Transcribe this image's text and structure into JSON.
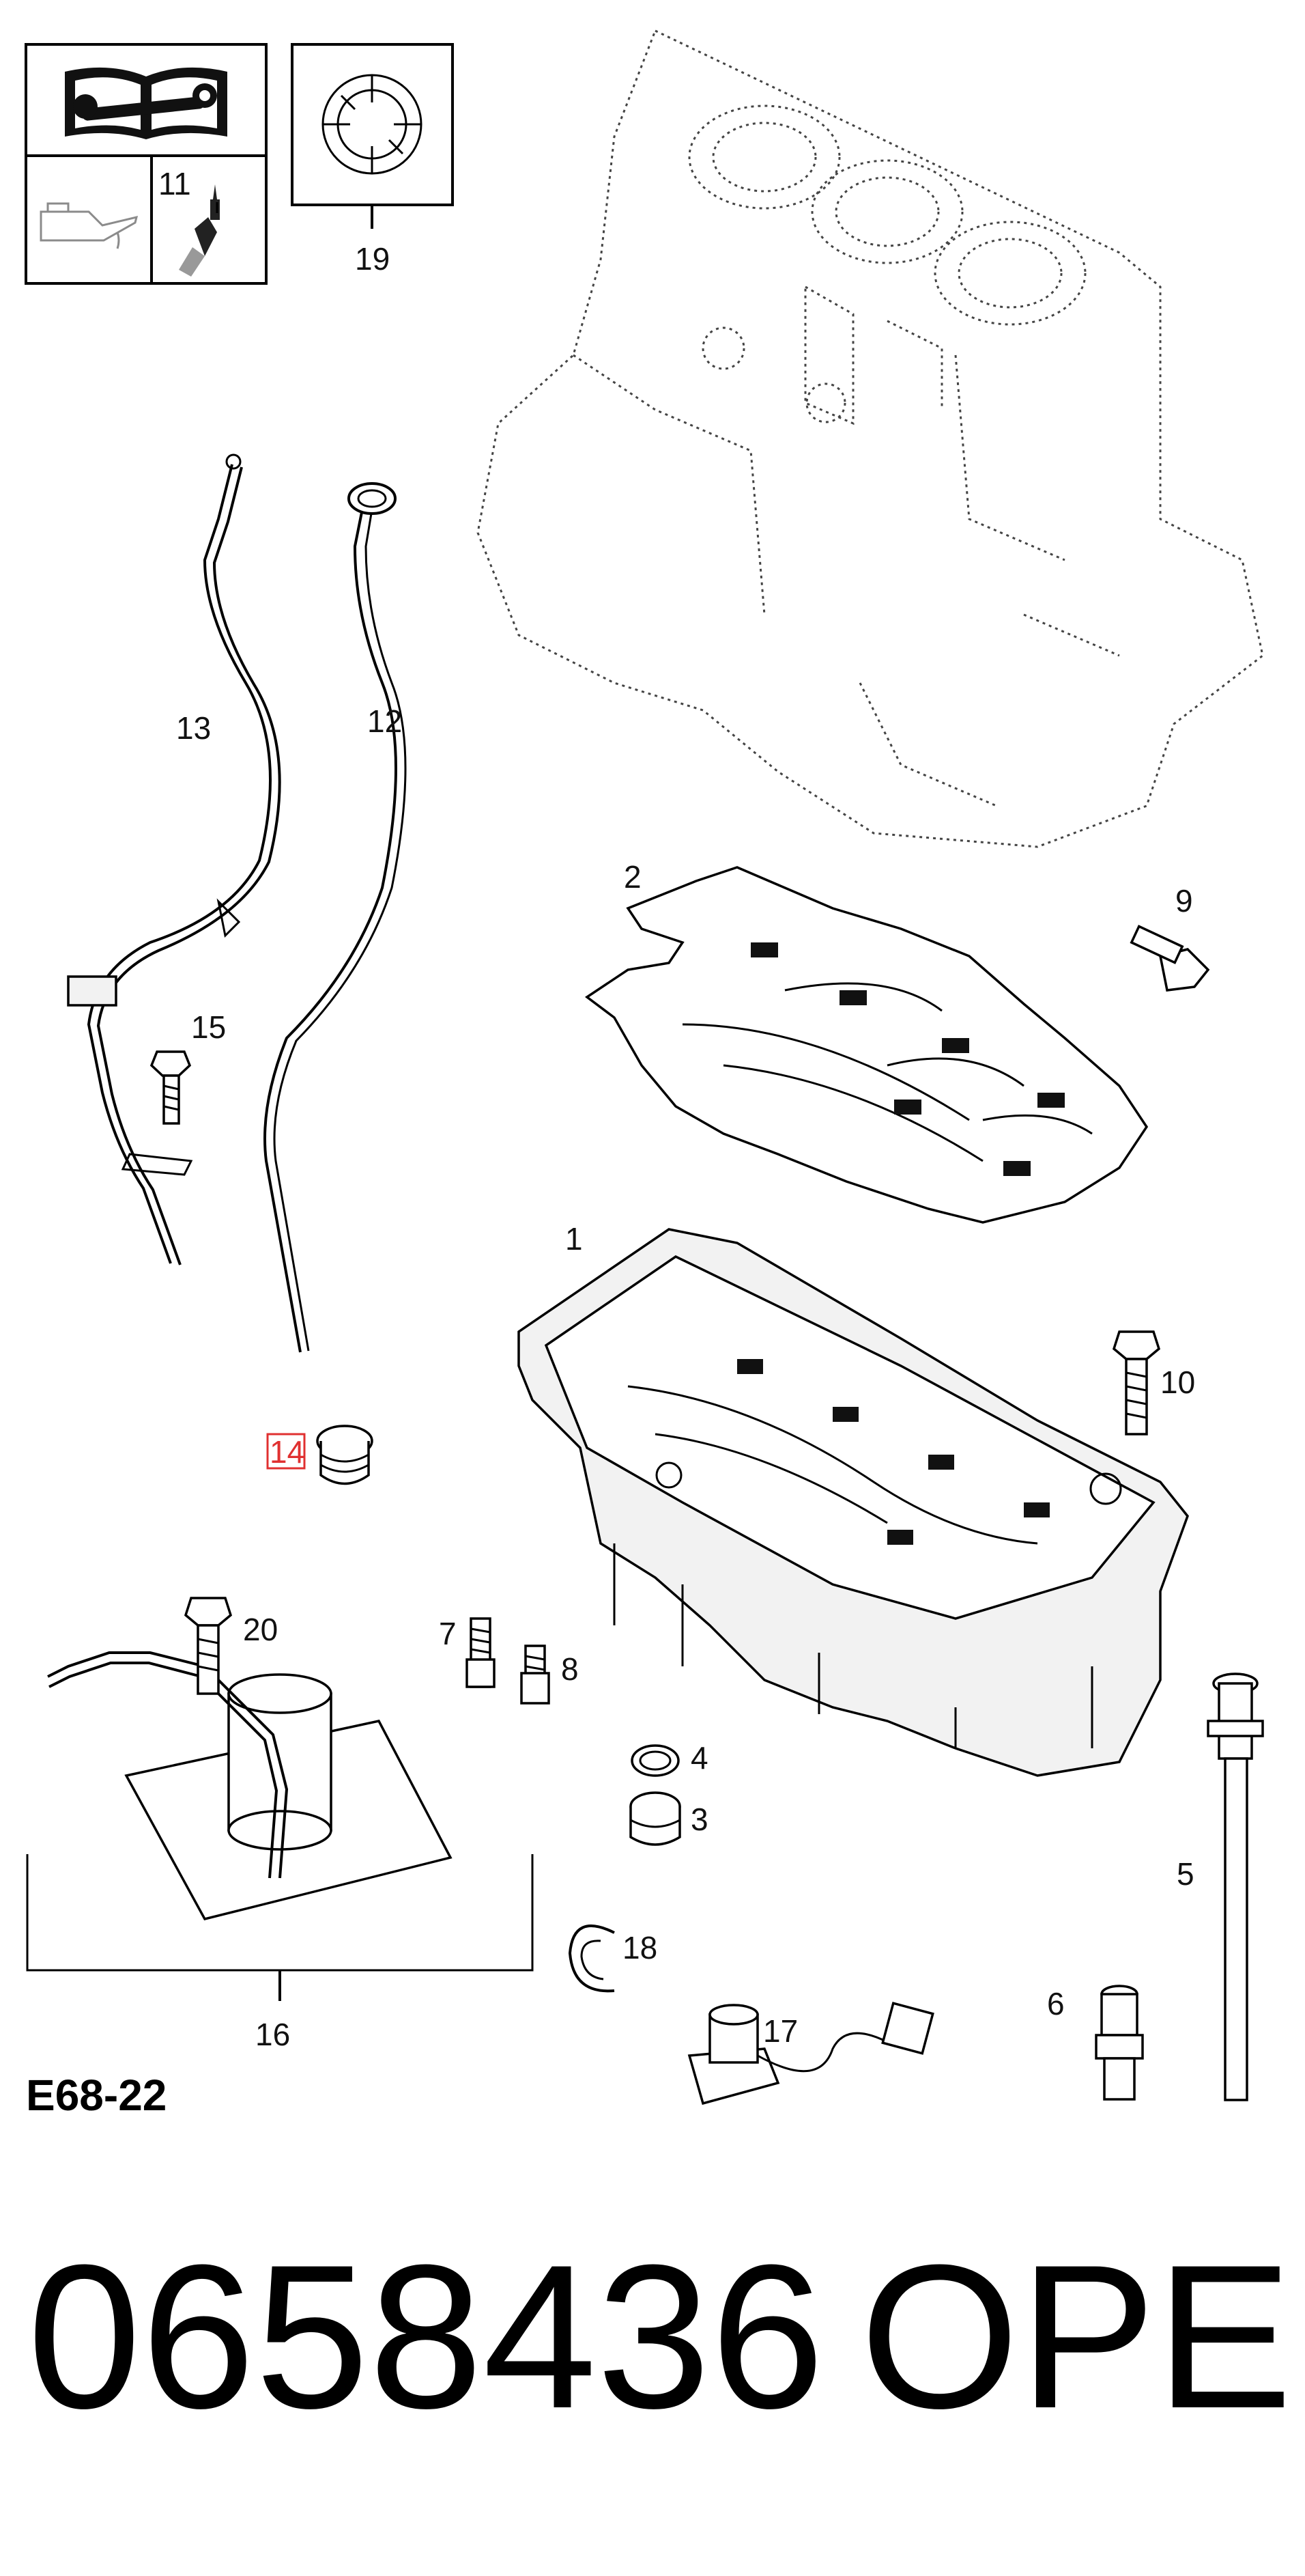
{
  "diagram_code": "E68-22",
  "part_number": "0658436",
  "brand": "OPEL",
  "highlighted_label": "14",
  "highlight_color": "#e03030",
  "icons": [
    "manual-book-wrench-icon",
    "oil-can-icon",
    "sealant-tube-icon",
    "clip-ring-icon"
  ],
  "labels": {
    "p1": "1",
    "p2": "2",
    "p3": "3",
    "p4": "4",
    "p5": "5",
    "p6": "6",
    "p7": "7",
    "p8": "8",
    "p9": "9",
    "p10": "10",
    "p11": "11",
    "p12": "12",
    "p13": "13",
    "p14": "14",
    "p15": "15",
    "p16": "16",
    "p17": "17",
    "p18": "18",
    "p19": "19",
    "p20": "20"
  }
}
